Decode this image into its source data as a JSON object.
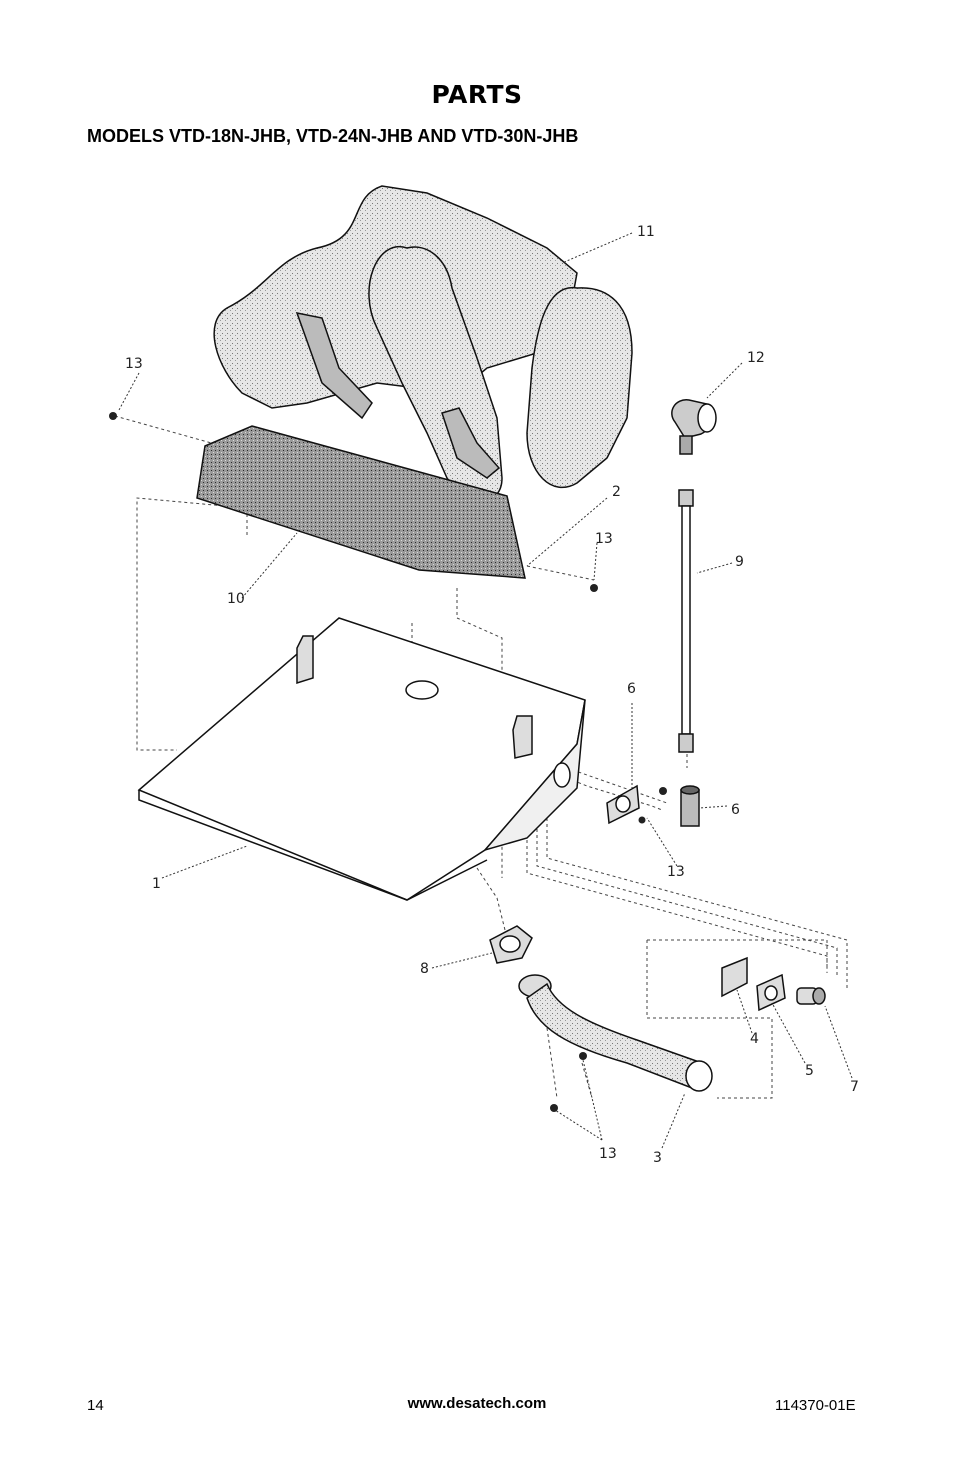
{
  "header": {
    "title": "PARTS",
    "subtitle": "MODELS VTD-18N-JHB, VTD-24N-JHB AND VTD-30N-JHB"
  },
  "diagram": {
    "callouts": {
      "c1": "1",
      "c2": "2",
      "c3": "3",
      "c4": "4",
      "c5": "5",
      "c6a": "6",
      "c6b": "6",
      "c7": "7",
      "c8": "8",
      "c9": "9",
      "c10": "10",
      "c11": "11",
      "c12": "12",
      "c13a": "13",
      "c13b": "13",
      "c13c": "13",
      "c13d": "13"
    }
  },
  "footer": {
    "page_number": "14",
    "website": "www.desatech.com",
    "doc_code": "114370-01E"
  }
}
